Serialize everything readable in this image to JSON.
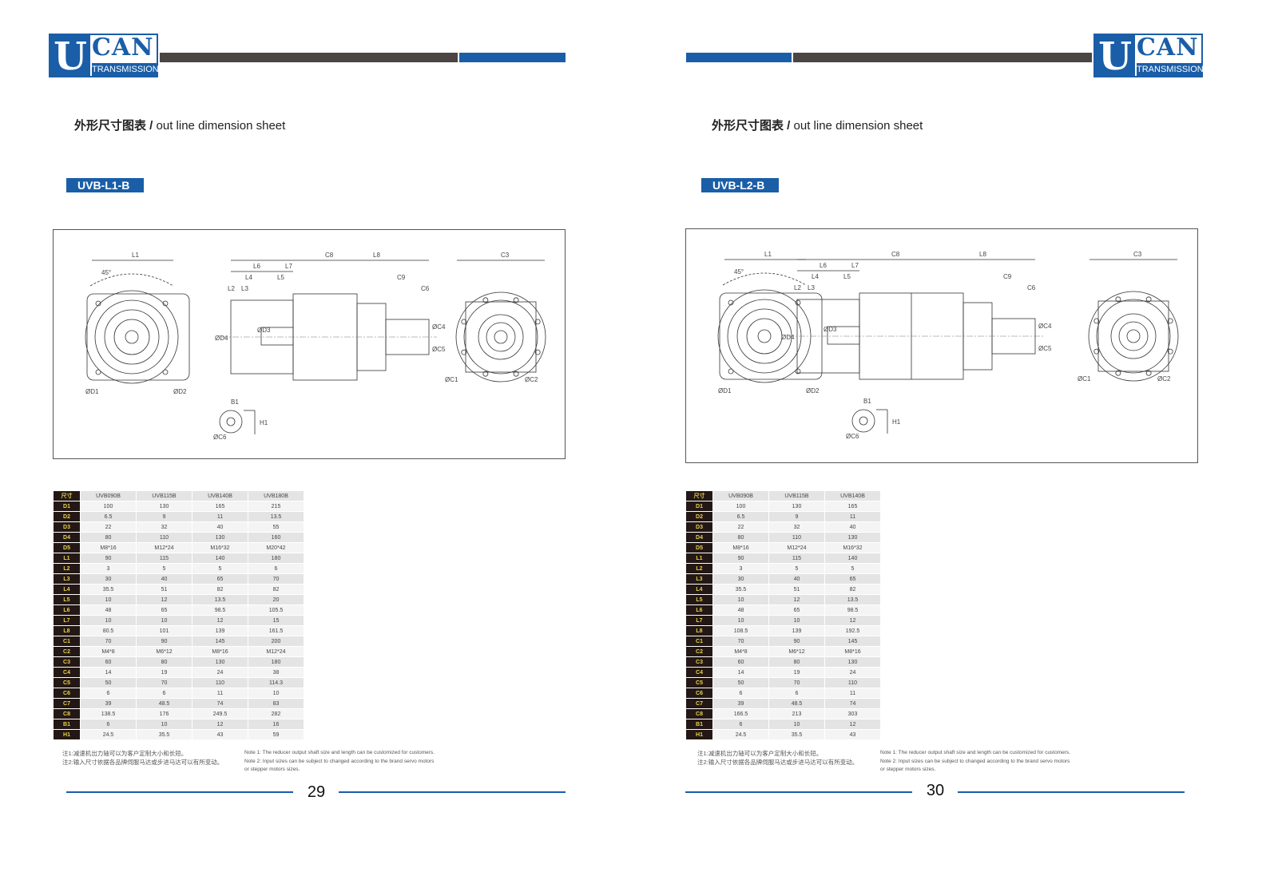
{
  "brand": {
    "letter": "U",
    "name": "CAN",
    "sub": "TRANSMISSION"
  },
  "colors": {
    "blue": "#1a5ea8",
    "dark": "#4a4443"
  },
  "pages": [
    {
      "title_cn": "外形尺寸图表",
      "title_sep": " / ",
      "title_en": "out line dimension sheet",
      "model": "UVB-L1-B",
      "page_number": "29",
      "drawing_labels": [
        "L1",
        "L6",
        "L7",
        "L8",
        "L4",
        "L5",
        "L3",
        "L2",
        "C8",
        "C9",
        "C6",
        "ØD4",
        "ØD3",
        "ØC4",
        "ØC5",
        "45°",
        "ØD1",
        "ØD2",
        "C3",
        "ØC1",
        "ØC2",
        "B1",
        "H1",
        "ØC6"
      ],
      "table": {
        "corner": "尺寸",
        "headers": [
          "UVB090B",
          "UVB115B",
          "UVB140B",
          "UVB180B"
        ],
        "rows": [
          [
            "D1",
            "100",
            "130",
            "165",
            "215"
          ],
          [
            "D2",
            "6.5",
            "9",
            "11",
            "13.5"
          ],
          [
            "D3",
            "22",
            "32",
            "40",
            "55"
          ],
          [
            "D4",
            "80",
            "110",
            "130",
            "160"
          ],
          [
            "D5",
            "M8*16",
            "M12*24",
            "M16*32",
            "M20*42"
          ],
          [
            "L1",
            "90",
            "115",
            "140",
            "180"
          ],
          [
            "L2",
            "3",
            "5",
            "5",
            "6"
          ],
          [
            "L3",
            "30",
            "40",
            "65",
            "70"
          ],
          [
            "L4",
            "35.5",
            "51",
            "82",
            "82"
          ],
          [
            "L5",
            "10",
            "12",
            "13.5",
            "20"
          ],
          [
            "L6",
            "48",
            "65",
            "98.5",
            "105.5"
          ],
          [
            "L7",
            "10",
            "10",
            "12",
            "15"
          ],
          [
            "L8",
            "80.5",
            "101",
            "139",
            "161.5"
          ],
          [
            "C1",
            "70",
            "90",
            "145",
            "200"
          ],
          [
            "C2",
            "M4*8",
            "M6*12",
            "M8*16",
            "M12*24"
          ],
          [
            "C3",
            "60",
            "80",
            "130",
            "180"
          ],
          [
            "C4",
            "14",
            "19",
            "24",
            "38"
          ],
          [
            "C5",
            "50",
            "70",
            "110",
            "114.3"
          ],
          [
            "C6",
            "6",
            "6",
            "11",
            "10"
          ],
          [
            "C7",
            "39",
            "48.5",
            "74",
            "83"
          ],
          [
            "C8",
            "138.5",
            "176",
            "249.5",
            "282"
          ],
          [
            "B1",
            "6",
            "10",
            "12",
            "16"
          ],
          [
            "H1",
            "24.5",
            "35.5",
            "43",
            "59"
          ]
        ]
      },
      "notes_cn": [
        "注1:减速机出力轴可以为客户定制大小和长短。",
        "注2:输入尺寸依据各品牌伺服马达或步进马达可以有所变动。"
      ],
      "notes_en": [
        "Note 1: The reducer output shaft size and length can be customized for customers.",
        "Note 2: Input sizes can be subject to changed according to the brand servo motors",
        "or stepper motors sizes."
      ]
    },
    {
      "title_cn": "外形尺寸图表",
      "title_sep": " / ",
      "title_en": "out line dimension sheet",
      "model": "UVB-L2-B",
      "page_number": "30",
      "drawing_labels": [
        "L1",
        "L6",
        "L7",
        "L8",
        "L4",
        "L5",
        "L3",
        "L2",
        "C8",
        "C9",
        "C6",
        "ØD4",
        "ØD3",
        "ØC4",
        "ØC5",
        "45°",
        "ØD1",
        "ØD2",
        "C3",
        "ØC1",
        "ØC2",
        "B1",
        "H1",
        "ØC6"
      ],
      "table": {
        "corner": "尺寸",
        "headers": [
          "UVB090B",
          "UVB115B",
          "UVB140B"
        ],
        "rows": [
          [
            "D1",
            "100",
            "130",
            "165"
          ],
          [
            "D2",
            "6.5",
            "9",
            "11"
          ],
          [
            "D3",
            "22",
            "32",
            "40"
          ],
          [
            "D4",
            "80",
            "110",
            "130"
          ],
          [
            "D5",
            "M8*16",
            "M12*24",
            "M16*32"
          ],
          [
            "L1",
            "90",
            "115",
            "140"
          ],
          [
            "L2",
            "3",
            "5",
            "5"
          ],
          [
            "L3",
            "30",
            "40",
            "65"
          ],
          [
            "L4",
            "35.5",
            "51",
            "82"
          ],
          [
            "L5",
            "10",
            "12",
            "13.5"
          ],
          [
            "L6",
            "48",
            "65",
            "98.5"
          ],
          [
            "L7",
            "10",
            "10",
            "12"
          ],
          [
            "L8",
            "108.5",
            "139",
            "192.5"
          ],
          [
            "C1",
            "70",
            "90",
            "145"
          ],
          [
            "C2",
            "M4*8",
            "M6*12",
            "M8*16"
          ],
          [
            "C3",
            "60",
            "80",
            "130"
          ],
          [
            "C4",
            "14",
            "19",
            "24"
          ],
          [
            "C5",
            "50",
            "70",
            "110"
          ],
          [
            "C6",
            "6",
            "6",
            "11"
          ],
          [
            "C7",
            "39",
            "48.5",
            "74"
          ],
          [
            "C8",
            "166.5",
            "213",
            "303"
          ],
          [
            "B1",
            "6",
            "10",
            "12"
          ],
          [
            "H1",
            "24.5",
            "35.5",
            "43"
          ]
        ]
      },
      "notes_cn": [
        "注1:减速机出力轴可以为客户定制大小和长短。",
        "注2:输入尺寸依据各品牌伺服马达或步进马达可以有所变动。"
      ],
      "notes_en": [
        "Note 1: The reducer output shaft size and length can be customized for customers.",
        "Note 2: Input sizes can be subject to changed according to the brand servo motors",
        "or stepper motors sizes."
      ]
    }
  ]
}
